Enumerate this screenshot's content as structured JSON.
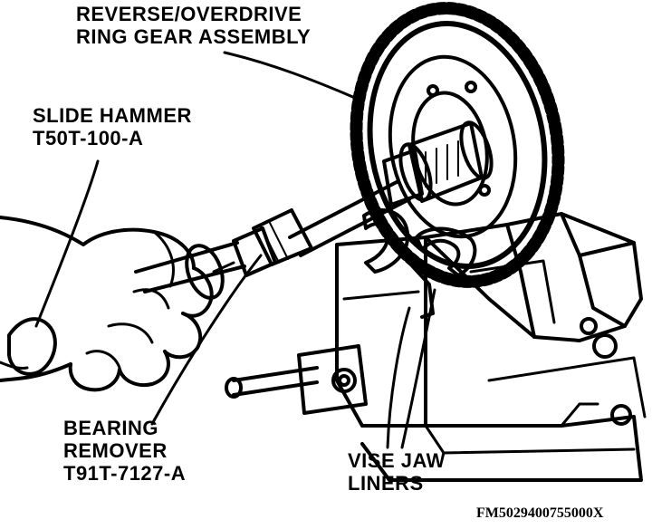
{
  "labels": {
    "ring_gear": {
      "line1": "REVERSE/OVERDRIVE",
      "line2": "RING GEAR ASSEMBLY"
    },
    "slide_hammer": {
      "line1": "SLIDE HAMMER",
      "line2": "T50T-100-A"
    },
    "bearing_remover": {
      "line1": "BEARING",
      "line2": "REMOVER",
      "line3": "T91T-7127-A"
    },
    "vise_jaw": {
      "line1": "VISE JAW",
      "line2": "LINERS"
    }
  },
  "figure_id": "FM5029400755000X",
  "colors": {
    "ink": "#000000",
    "paper": "#ffffff"
  }
}
